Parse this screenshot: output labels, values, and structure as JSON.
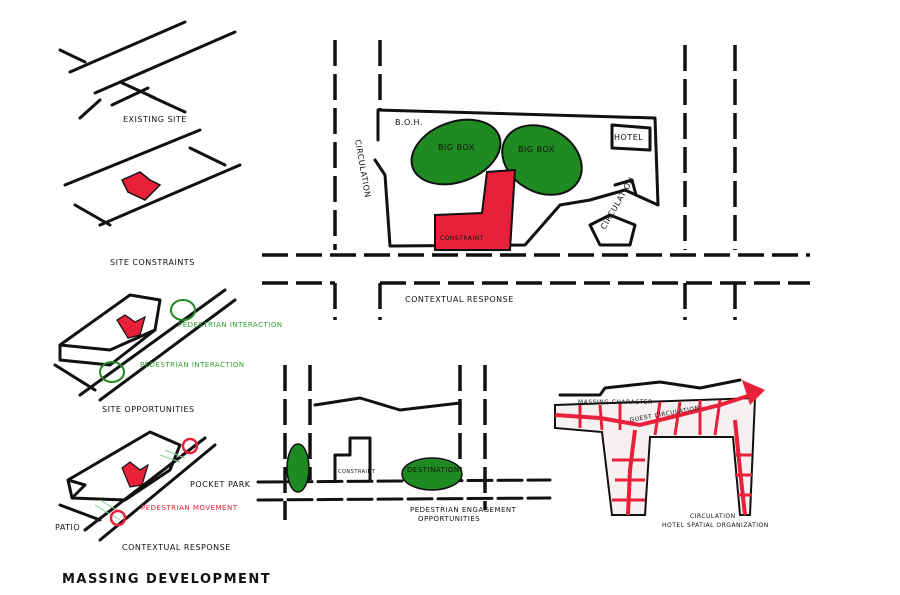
{
  "colors": {
    "ink": "#111111",
    "green": "#1f8a22",
    "red": "#e8203a",
    "green_text": "#2fa030"
  },
  "massing": {
    "title": "MASSING DEVELOPMENT",
    "existing_site": "EXISTING SITE",
    "site_constraints": "SITE CONSTRAINTS",
    "site_opportunities": "SITE OPPORTUNITIES",
    "pedestrian_interaction_1": "PEDESTRIAN INTERACTION",
    "pedestrian_interaction_2": "PEDESTRIAN INTERACTION",
    "pocket_park": "POCKET PARK",
    "pedestrian_movement": "PEDESTRIAN MOVEMENT",
    "patio": "PATIO",
    "contextual_response": "CONTEXTUAL RESPONSE"
  },
  "site_plan": {
    "boh": "B.O.H.",
    "hotel": "HOTEL",
    "big_box_1": "BIG BOX",
    "big_box_2": "BIG BOX",
    "circulation_left": "CIRCULATION",
    "circulation_right": "CIRCULATION",
    "constraint": "CONSTRAINT",
    "caption": "CONTEXTUAL RESPONSE"
  },
  "pedestrian_plan": {
    "constraint": "CONSTRAINT",
    "destination": "DESTINATION",
    "caption_1": "PEDESTRIAN ENGAGEMENT",
    "caption_2": "OPPORTUNITIES"
  },
  "hotel_plan": {
    "massing_character": "MASSING CHARACTER",
    "guest_circulation": "GUEST CIRCULATION",
    "caption_1": "CIRCULATION",
    "caption_2": "HOTEL SPATIAL ORGANIZATION"
  }
}
